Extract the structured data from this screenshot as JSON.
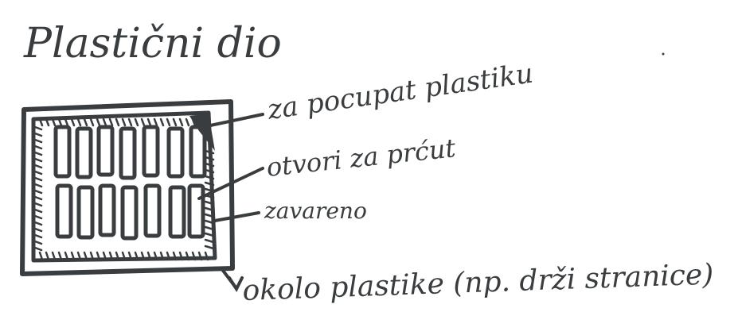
{
  "title": "Plastični dio",
  "labels": {
    "pocupat": "za pocupat plastiku",
    "otvori": "otvori za prćut",
    "zavareno": "zavareno",
    "okolo": "okolo plastike (np. drži stranice)"
  },
  "colors": {
    "ink": "#3a3d3f",
    "paper": "#ffffff"
  }
}
